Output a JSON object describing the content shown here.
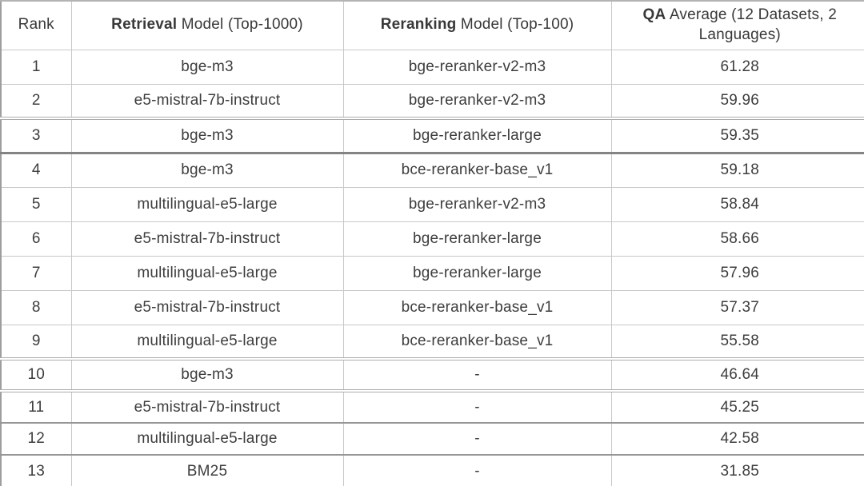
{
  "header": {
    "columns": [
      {
        "bold": "",
        "rest": "Rank"
      },
      {
        "bold": "Retrieval",
        "rest": " Model (Top-1000)"
      },
      {
        "bold": "Reranking",
        "rest": " Model (Top-100)"
      },
      {
        "bold": "QA",
        "rest": " Average (12 Datasets, 2 Languages)"
      }
    ]
  },
  "rows": [
    {
      "rank": "1",
      "retrieval": "bge-m3",
      "reranking": "bge-reranker-v2-m3",
      "qa": "61.28"
    },
    {
      "rank": "2",
      "retrieval": "e5-mistral-7b-instruct",
      "reranking": "bge-reranker-v2-m3",
      "qa": "59.96"
    },
    {
      "rank": "3",
      "retrieval": "bge-m3",
      "reranking": "bge-reranker-large",
      "qa": "59.35"
    },
    {
      "rank": "4",
      "retrieval": "bge-m3",
      "reranking": "bce-reranker-base_v1",
      "qa": "59.18"
    },
    {
      "rank": "5",
      "retrieval": "multilingual-e5-large",
      "reranking": "bge-reranker-v2-m3",
      "qa": "58.84"
    },
    {
      "rank": "6",
      "retrieval": "e5-mistral-7b-instruct",
      "reranking": "bge-reranker-large",
      "qa": "58.66"
    },
    {
      "rank": "7",
      "retrieval": "multilingual-e5-large",
      "reranking": "bge-reranker-large",
      "qa": "57.96"
    },
    {
      "rank": "8",
      "retrieval": "e5-mistral-7b-instruct",
      "reranking": "bce-reranker-base_v1",
      "qa": "57.37"
    },
    {
      "rank": "9",
      "retrieval": "multilingual-e5-large",
      "reranking": "bce-reranker-base_v1",
      "qa": "55.58"
    },
    {
      "rank": "10",
      "retrieval": "bge-m3",
      "reranking": "-",
      "qa": "46.64"
    },
    {
      "rank": "11",
      "retrieval": "e5-mistral-7b-instruct",
      "reranking": "-",
      "qa": "45.25"
    },
    {
      "rank": "12",
      "retrieval": "multilingual-e5-large",
      "reranking": "-",
      "qa": "42.58"
    },
    {
      "rank": "13",
      "retrieval": "BM25",
      "reranking": "-",
      "qa": "31.85"
    }
  ],
  "colors": {
    "text": "#3d3d3d",
    "grid": "#c8c8c8",
    "seam_double": "#adadad",
    "seam_heavy": "#848484"
  },
  "chart_data": {
    "type": "table",
    "title": "",
    "columns": [
      "Rank",
      "Retrieval Model (Top-1000)",
      "Reranking Model (Top-100)",
      "QA Average (12 Datasets, 2 Languages)"
    ],
    "rows": [
      [
        1,
        "bge-m3",
        "bge-reranker-v2-m3",
        61.28
      ],
      [
        2,
        "e5-mistral-7b-instruct",
        "bge-reranker-v2-m3",
        59.96
      ],
      [
        3,
        "bge-m3",
        "bge-reranker-large",
        59.35
      ],
      [
        4,
        "bge-m3",
        "bce-reranker-base_v1",
        59.18
      ],
      [
        5,
        "multilingual-e5-large",
        "bge-reranker-v2-m3",
        58.84
      ],
      [
        6,
        "e5-mistral-7b-instruct",
        "bge-reranker-large",
        58.66
      ],
      [
        7,
        "multilingual-e5-large",
        "bge-reranker-large",
        57.96
      ],
      [
        8,
        "e5-mistral-7b-instruct",
        "bce-reranker-base_v1",
        57.37
      ],
      [
        9,
        "multilingual-e5-large",
        "bce-reranker-base_v1",
        55.58
      ],
      [
        10,
        "bge-m3",
        null,
        46.64
      ],
      [
        11,
        "e5-mistral-7b-instruct",
        null,
        45.25
      ],
      [
        12,
        "multilingual-e5-large",
        null,
        42.58
      ],
      [
        13,
        "BM25",
        null,
        31.85
      ]
    ]
  }
}
